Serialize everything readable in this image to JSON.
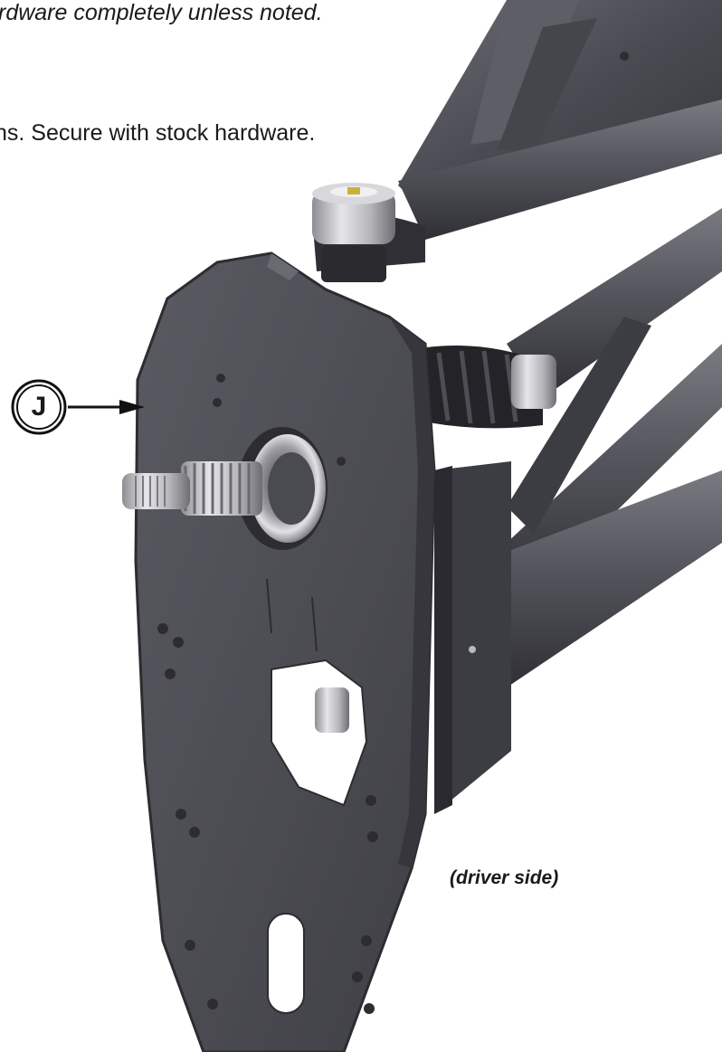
{
  "instructions": {
    "line_1": "rdware completely unless noted.",
    "line_2": "ns. Secure with stock hardware."
  },
  "callout": {
    "letter": "J"
  },
  "caption": {
    "side_label": "(driver side)"
  },
  "colors": {
    "plate": "#4b4b52",
    "plate_edge": "#2c2c31",
    "arm": "#56565e",
    "metal": "#c9c9cc",
    "boot": "#222226"
  }
}
